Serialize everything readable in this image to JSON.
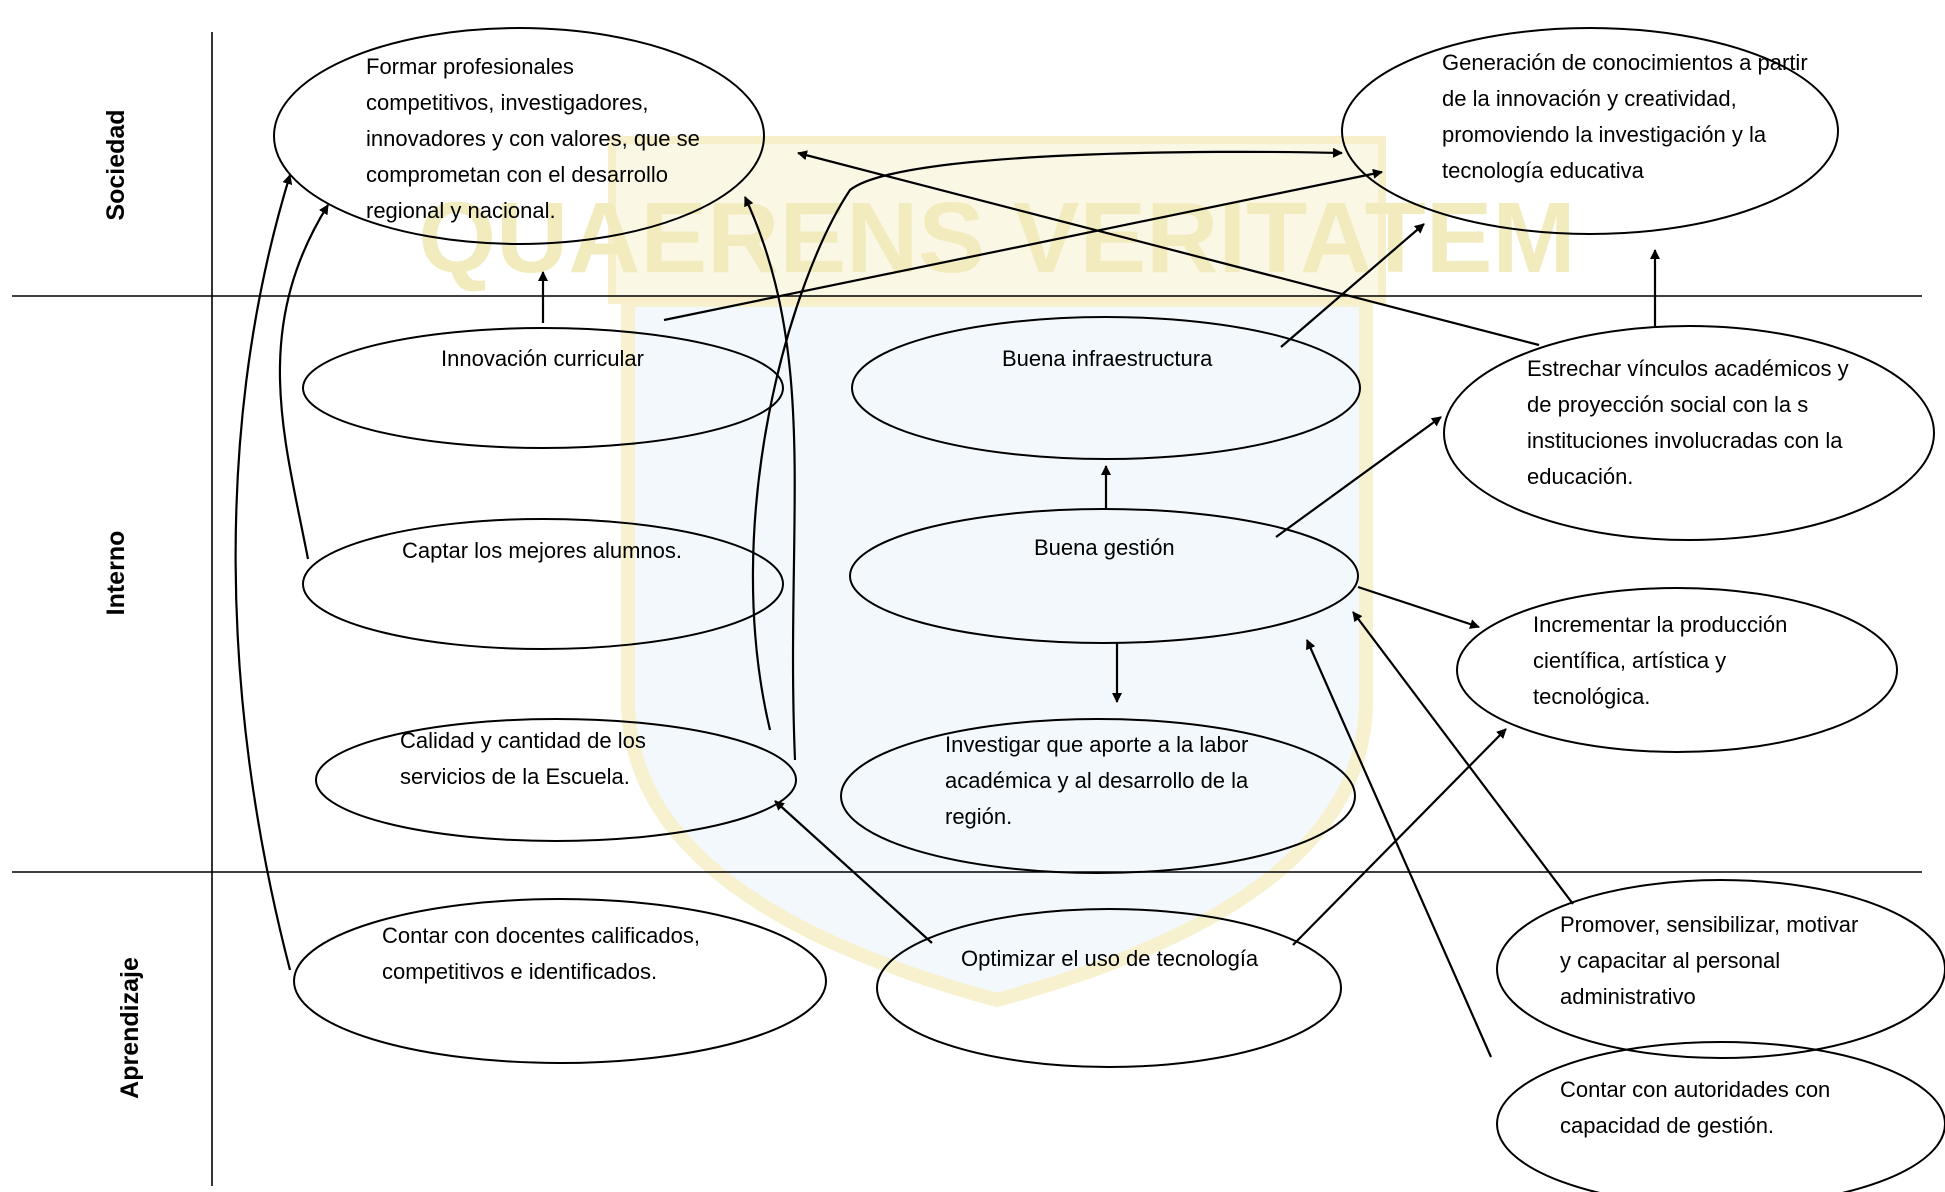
{
  "rows": [
    {
      "id": "sociedad",
      "label": "Sociedad"
    },
    {
      "id": "interno",
      "label": "Interno"
    },
    {
      "id": "aprendizaje",
      "label": "Aprendizaje"
    }
  ],
  "watermark": {
    "text": "QUAERENS VERITATEM",
    "color": "#e9dc8a",
    "shield_fill": "#eaf3fa"
  },
  "nodes": [
    {
      "id": "formar",
      "lines": [
        "Formar profesionales",
        "competitivos, investigadores,",
        "innovadores y con valores, que se",
        "comprometan con el desarrollo",
        "regional y nacional."
      ]
    },
    {
      "id": "generacion",
      "lines": [
        "Generación de conocimientos a partir",
        "de la innovación y creatividad,",
        "promoviendo la investigación y  la",
        "tecnología educativa"
      ]
    },
    {
      "id": "innovacion",
      "lines": [
        "Innovación curricular"
      ]
    },
    {
      "id": "infraestructura",
      "lines": [
        "Buena infraestructura"
      ]
    },
    {
      "id": "vinculos",
      "lines": [
        "Estrechar vínculos académicos y",
        "de proyección social con la s",
        "instituciones involucradas con la",
        "educación."
      ]
    },
    {
      "id": "captar",
      "lines": [
        "Captar los mejores alumnos."
      ]
    },
    {
      "id": "gestion",
      "lines": [
        "Buena gestión"
      ]
    },
    {
      "id": "produccion",
      "lines": [
        "Incrementar la producción",
        "científica, artística y",
        "tecnológica."
      ]
    },
    {
      "id": "calidad",
      "lines": [
        "Calidad y cantidad de los",
        "servicios de la Escuela."
      ]
    },
    {
      "id": "investigar",
      "lines": [
        "Investigar que aporte a la labor",
        "académica y al desarrollo de la",
        "región."
      ]
    },
    {
      "id": "docentes",
      "lines": [
        "Contar con docentes calificados,",
        "competitivos e identificados."
      ]
    },
    {
      "id": "tecnologia",
      "lines": [
        "Optimizar el uso de tecnología"
      ]
    },
    {
      "id": "promover",
      "lines": [
        "Promover, sensibilizar, motivar",
        "y capacitar al personal",
        "administrativo"
      ]
    },
    {
      "id": "autoridades",
      "lines": [
        "Contar con autoridades con",
        "capacidad de gestión."
      ]
    }
  ],
  "edges": [
    {
      "from": "innovacion",
      "to": "formar"
    },
    {
      "from": "innovacion",
      "to": "generacion"
    },
    {
      "from": "captar",
      "to": "formar"
    },
    {
      "from": "calidad",
      "to": "formar"
    },
    {
      "from": "calidad",
      "to": "generacion"
    },
    {
      "from": "docentes",
      "to": "formar"
    },
    {
      "from": "infraestructura",
      "to": "generacion"
    },
    {
      "from": "vinculos",
      "to": "formar"
    },
    {
      "from": "vinculos",
      "to": "generacion"
    },
    {
      "from": "gestion",
      "to": "infraestructura"
    },
    {
      "from": "gestion",
      "to": "vinculos"
    },
    {
      "from": "gestion",
      "to": "produccion"
    },
    {
      "from": "gestion",
      "to": "investigar"
    },
    {
      "from": "tecnologia",
      "to": "calidad"
    },
    {
      "from": "tecnologia",
      "to": "produccion"
    },
    {
      "from": "promover",
      "to": "gestion"
    },
    {
      "from": "autoridades",
      "to": "gestion"
    }
  ]
}
